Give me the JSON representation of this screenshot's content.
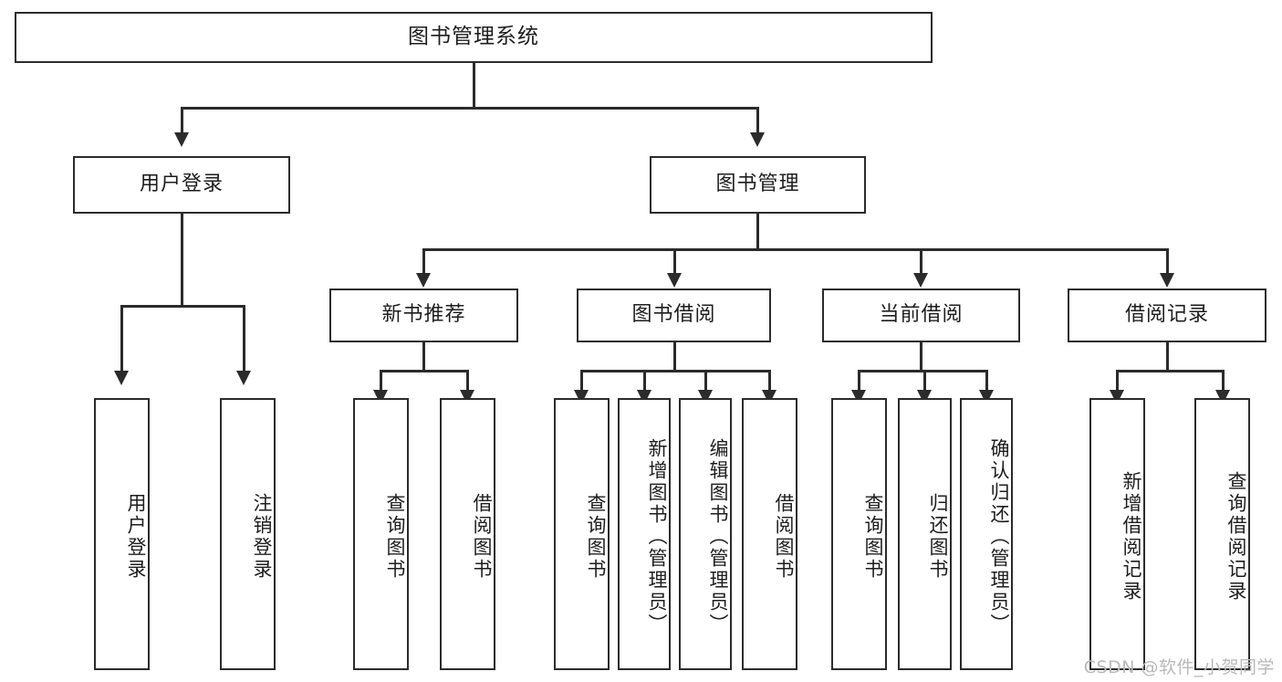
{
  "diagram": {
    "type": "tree-hierarchy",
    "title": "图书管理系统",
    "root": {
      "label": "图书管理系统"
    },
    "level1": [
      {
        "id": "user-login",
        "label": "用户登录"
      },
      {
        "id": "book-manage",
        "label": "图书管理"
      }
    ],
    "level2": [
      {
        "id": "new-book-recommend",
        "label": "新书推荐",
        "parent": "book-manage"
      },
      {
        "id": "book-borrow",
        "label": "图书借阅",
        "parent": "book-manage"
      },
      {
        "id": "current-borrow",
        "label": "当前借阅",
        "parent": "book-manage"
      },
      {
        "id": "borrow-record",
        "label": "借阅记录",
        "parent": "book-manage"
      }
    ],
    "leaves": [
      {
        "id": "leaf-user-login",
        "label": "用户登录",
        "parent": "user-login"
      },
      {
        "id": "leaf-logout",
        "label": "注销登录",
        "parent": "user-login"
      },
      {
        "id": "leaf-query-book-1",
        "label": "查询图书",
        "parent": "new-book-recommend"
      },
      {
        "id": "leaf-borrow-book-1",
        "label": "借阅图书",
        "parent": "new-book-recommend"
      },
      {
        "id": "leaf-query-book-2",
        "label": "查询图书",
        "parent": "book-borrow"
      },
      {
        "id": "leaf-add-book",
        "label": "新增图书（管理员）",
        "parent": "book-borrow"
      },
      {
        "id": "leaf-edit-book",
        "label": "编辑图书（管理员）",
        "parent": "book-borrow"
      },
      {
        "id": "leaf-borrow-book-2",
        "label": "借阅图书",
        "parent": "book-borrow"
      },
      {
        "id": "leaf-query-book-3",
        "label": "查询图书",
        "parent": "current-borrow"
      },
      {
        "id": "leaf-return-book",
        "label": "归还图书",
        "parent": "current-borrow"
      },
      {
        "id": "leaf-confirm-return",
        "label": "确认归还（管理员）",
        "parent": "current-borrow"
      },
      {
        "id": "leaf-add-record",
        "label": "新增借阅记录",
        "parent": "borrow-record"
      },
      {
        "id": "leaf-query-record",
        "label": "查询借阅记录",
        "parent": "borrow-record"
      }
    ]
  },
  "watermark": {
    "text": "CSDN @软件_小贺同学"
  },
  "colors": {
    "stroke": "#2b2b2b",
    "fill": "#ffffff",
    "watermark": "#b9b9b9"
  }
}
